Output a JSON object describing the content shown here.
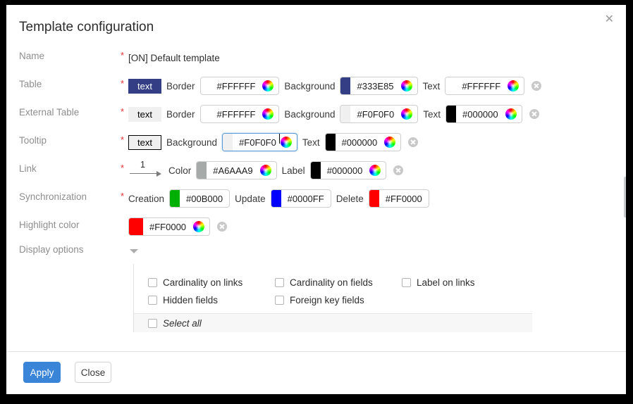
{
  "dialog": {
    "title": "Template configuration",
    "close_icon": "close-icon"
  },
  "rows": {
    "name": {
      "label": "Name",
      "required": "*",
      "value": "[ON] Default template"
    },
    "table": {
      "label": "Table",
      "required": "*",
      "sample_text": "text",
      "border_label": "Border",
      "border_color": "#FFFFFF",
      "background_label": "Background",
      "background_color": "#333E85",
      "text_label": "Text",
      "text_color": "#FFFFFF"
    },
    "external_table": {
      "label": "External Table",
      "required": "*",
      "sample_text": "text",
      "border_label": "Border",
      "border_color": "#FFFFFF",
      "background_label": "Background",
      "background_color": "#F0F0F0",
      "text_label": "Text",
      "text_color": "#000000"
    },
    "tooltip": {
      "label": "Tooltip",
      "required": "*",
      "sample_text": "text",
      "background_label": "Background",
      "background_color": "#F0F0F0",
      "text_label": "Text",
      "text_color": "#000000"
    },
    "link": {
      "label": "Link",
      "required": "*",
      "arrow_number": "1",
      "color_label": "Color",
      "color_value": "#A6AAA9",
      "label_label": "Label",
      "label_value": "#000000"
    },
    "synchronization": {
      "label": "Synchronization",
      "required": "*",
      "creation_label": "Creation",
      "creation_color": "#00B000",
      "update_label": "Update",
      "update_color": "#0000FF",
      "delete_label": "Delete",
      "delete_color": "#FF0000"
    },
    "highlight_color": {
      "label": "Highlight color",
      "value": "#FF0000"
    },
    "display_options": {
      "label": "Display options",
      "chevron_icon": "chevron-down-icon"
    }
  },
  "options": {
    "items": [
      {
        "label": "Cardinality on links",
        "checked": false
      },
      {
        "label": "Cardinality on fields",
        "checked": false
      },
      {
        "label": "Label on links",
        "checked": false
      },
      {
        "label": "Hidden fields",
        "checked": false
      },
      {
        "label": "Foreign key fields",
        "checked": false
      }
    ],
    "select_all": "Select all"
  },
  "footer": {
    "apply_label": "Apply",
    "close_label": "Close"
  },
  "colors": {
    "accent": "#3a85d8",
    "table_chip_bg": "#333E85",
    "required_star": "#e83030"
  }
}
